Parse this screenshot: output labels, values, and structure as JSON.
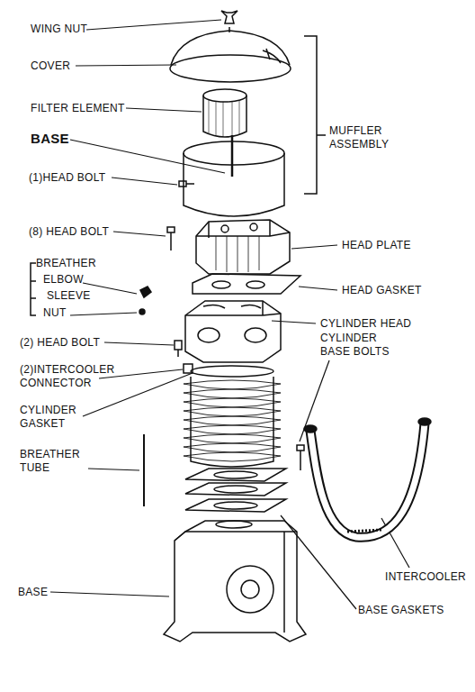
{
  "diagram": {
    "labels": [
      "WING NUT",
      "COVER",
      "FILTER ELEMENT",
      "MUFFLER ASSEMBLY",
      "BASE",
      "(1)HEAD BOLT",
      "(8) HEAD BOLT",
      "HEAD PLATE",
      "BREATHER",
      "ELBOW",
      "SLEEVE",
      "NUT",
      "HEAD GASKET",
      "CYLINDER HEAD",
      "CYLINDER BASE BOLTS",
      "(2) HEAD BOLT",
      "(2)INTERCOOLER CONNECTOR",
      "CYLINDER GASKET",
      "BREATHER TUBE",
      "BASE",
      "INTERCOOLER",
      "BASE GASKETS"
    ]
  }
}
